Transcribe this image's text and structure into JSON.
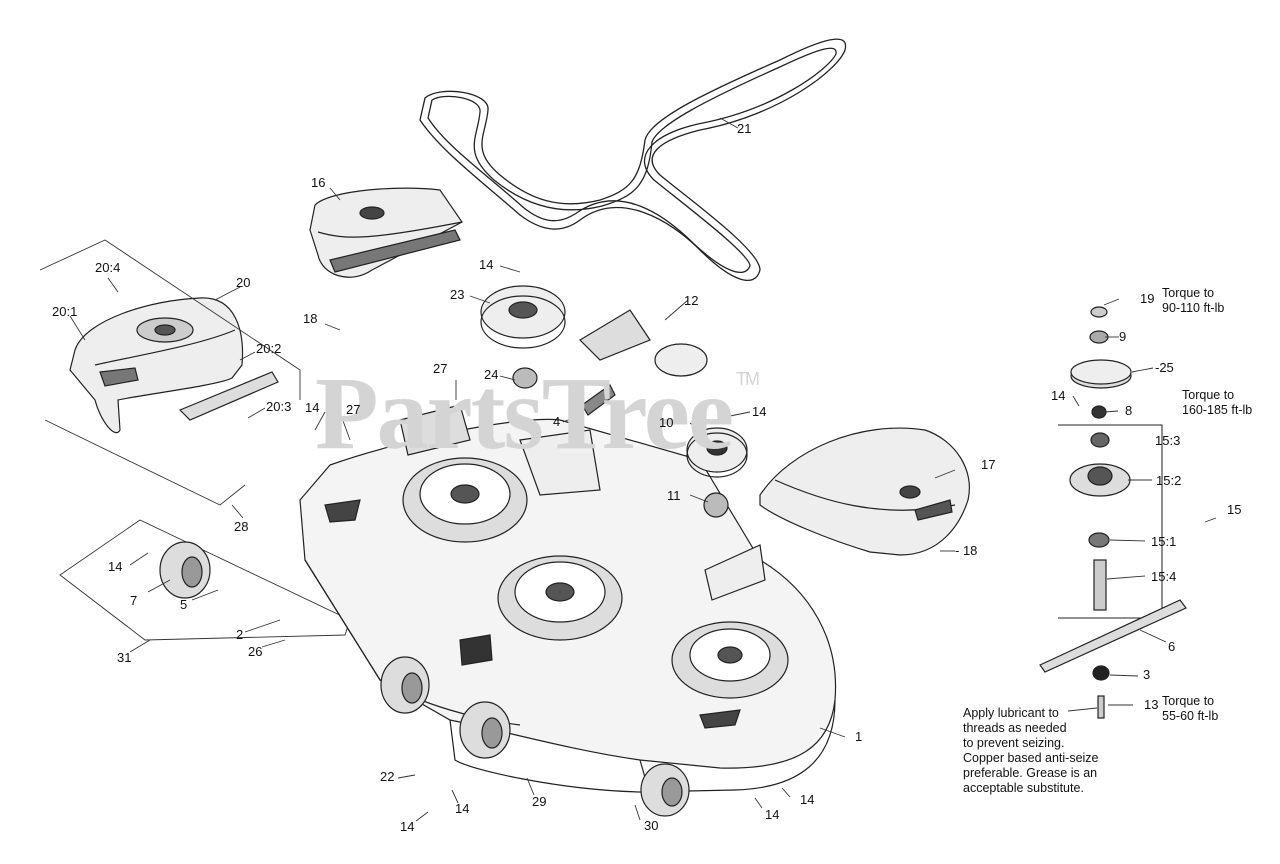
{
  "watermark": {
    "text": "PartsTree",
    "tm": "TM"
  },
  "callouts": {
    "c1": "1",
    "c2": "2",
    "c3": "3",
    "c4": "4",
    "c5": "5",
    "c6": "6",
    "c7": "7",
    "c8": "8",
    "c9": "9",
    "c10": "10",
    "c11": "11",
    "c12": "12",
    "c13": "13",
    "c14a": "14",
    "c14b": "14",
    "c14c": "14",
    "c14d": "14",
    "c14e": "14",
    "c14f": "14",
    "c14g": "14",
    "c14h": "14",
    "c14i": "14",
    "c15": "15",
    "c151": "15:1",
    "c152": "15:2",
    "c153": "15:3",
    "c154": "15:4",
    "c16": "16",
    "c17": "17",
    "c18a": "18",
    "c18b": "- 18",
    "c19": "19",
    "c20": "20",
    "c201": "20:1",
    "c202": "20:2",
    "c203": "20:3",
    "c204": "20:4",
    "c21": "21",
    "c22": "22",
    "c23": "23",
    "c24": "24",
    "c25": "-25",
    "c26": "26",
    "c27a": "27",
    "c27b": "27",
    "c28": "28",
    "c29": "29",
    "c30": "30",
    "c31": "31"
  },
  "notes": {
    "torque19": [
      "Torque to",
      "90-110 ft-lb"
    ],
    "torque8": [
      "Torque to",
      "160-185 ft-lb"
    ],
    "torque13": [
      "Torque to",
      "55-60 ft-lb"
    ],
    "lubricant": [
      "Apply lubricant to",
      "threads as needed",
      "to prevent seizing.",
      "Copper based anti-seize",
      "preferable. Grease is an",
      "acceptable substitute."
    ]
  }
}
